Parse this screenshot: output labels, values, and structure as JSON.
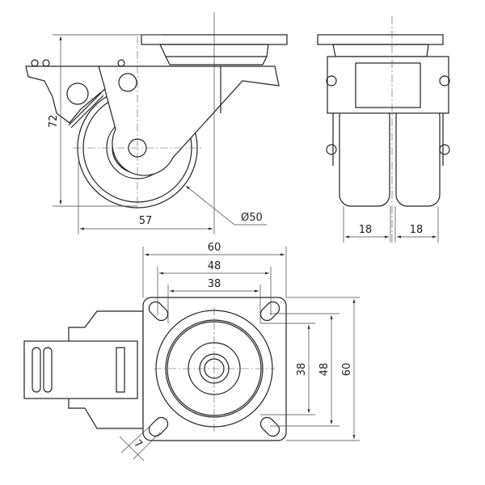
{
  "side_view": {
    "height_label": "72",
    "offset_label": "57",
    "wheel_diameter_label": "Ø50"
  },
  "front_view": {
    "wheel_width_left_label": "18",
    "wheel_width_right_label": "18"
  },
  "top_view": {
    "plate_width_label": "60",
    "hole_outer_width_label": "48",
    "hole_inner_width_label": "38",
    "plate_height_label": "60",
    "hole_outer_height_label": "48",
    "hole_inner_height_label": "38",
    "slot_width_label": "7"
  }
}
